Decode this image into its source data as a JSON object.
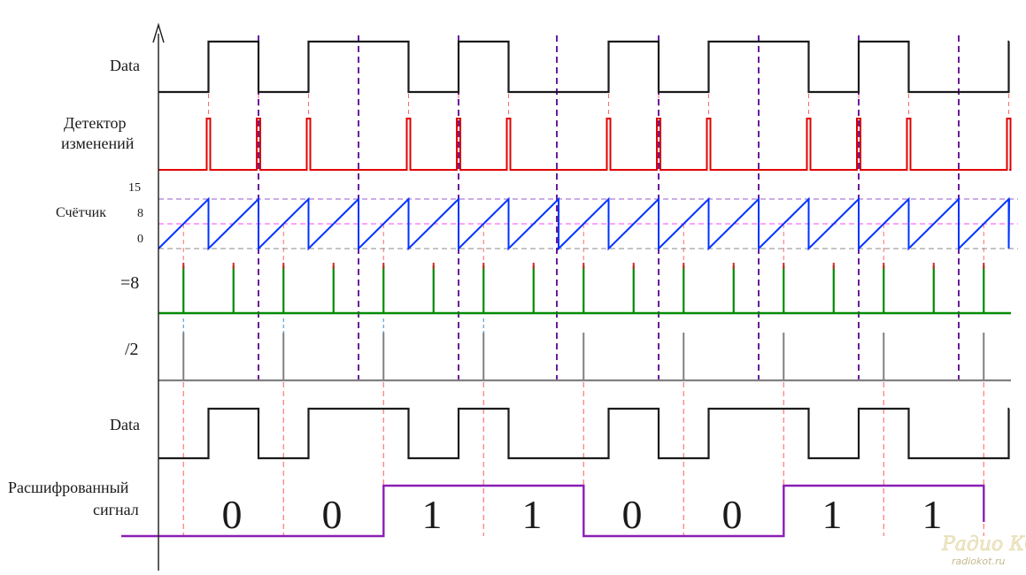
{
  "labels": {
    "data_top": "Data",
    "detector_line1": "Детектор",
    "detector_line2": "изменений",
    "counter": "Счётчик",
    "tick_15": "15",
    "tick_8": "8",
    "tick_0": "0",
    "eq8": "=8",
    "div2": "/2",
    "data_bottom": "Data",
    "decoded_line1": "Расшифрованный",
    "decoded_line2": "сигнал"
  },
  "bits": [
    "0",
    "0",
    "1",
    "1",
    "0",
    "0",
    "1",
    "1"
  ],
  "watermark": {
    "brand": "Радио КОТ",
    "url": "radiokot.ru"
  },
  "colors": {
    "data": "#1a1a1a",
    "detector": "#e00000",
    "counter": "#0033ff",
    "eq8": "#008a00",
    "div2": "#808080",
    "decoded": "#8a1fb4",
    "bit_boundary": "#6a1b9a",
    "guide": "#ff6a6a",
    "threshold_15": "#9a5bc8",
    "threshold_8": "#ff44ff",
    "threshold_0": "#8a8a8a"
  }
}
